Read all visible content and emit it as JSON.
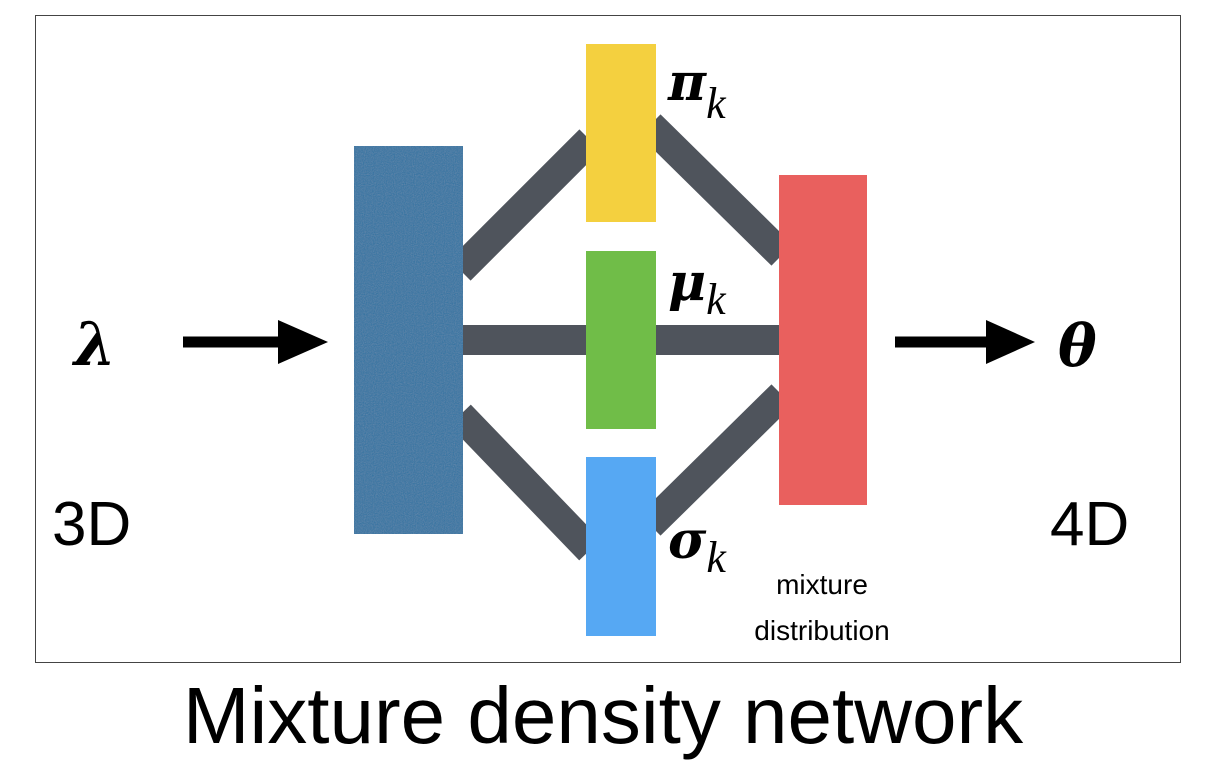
{
  "diagram": {
    "input_symbol": "λ",
    "output_symbol": "θ",
    "input_dim": "3D",
    "output_dim": "4D",
    "params": [
      {
        "symbol": "π",
        "subscript": "k",
        "color": "#f4d03f"
      },
      {
        "symbol": "μ",
        "subscript": "k",
        "color": "#70bd48"
      },
      {
        "symbol": "σ",
        "subscript": "k",
        "color": "#56a8f3"
      }
    ],
    "mixture_label_line1": "mixture",
    "mixture_label_line2": "distribution",
    "colors": {
      "hidden_layer": "#2f73a3",
      "output_layer": "#e9605e",
      "edges": "#4f545c",
      "arrows": "#000000"
    }
  },
  "caption": "Mixture density network"
}
